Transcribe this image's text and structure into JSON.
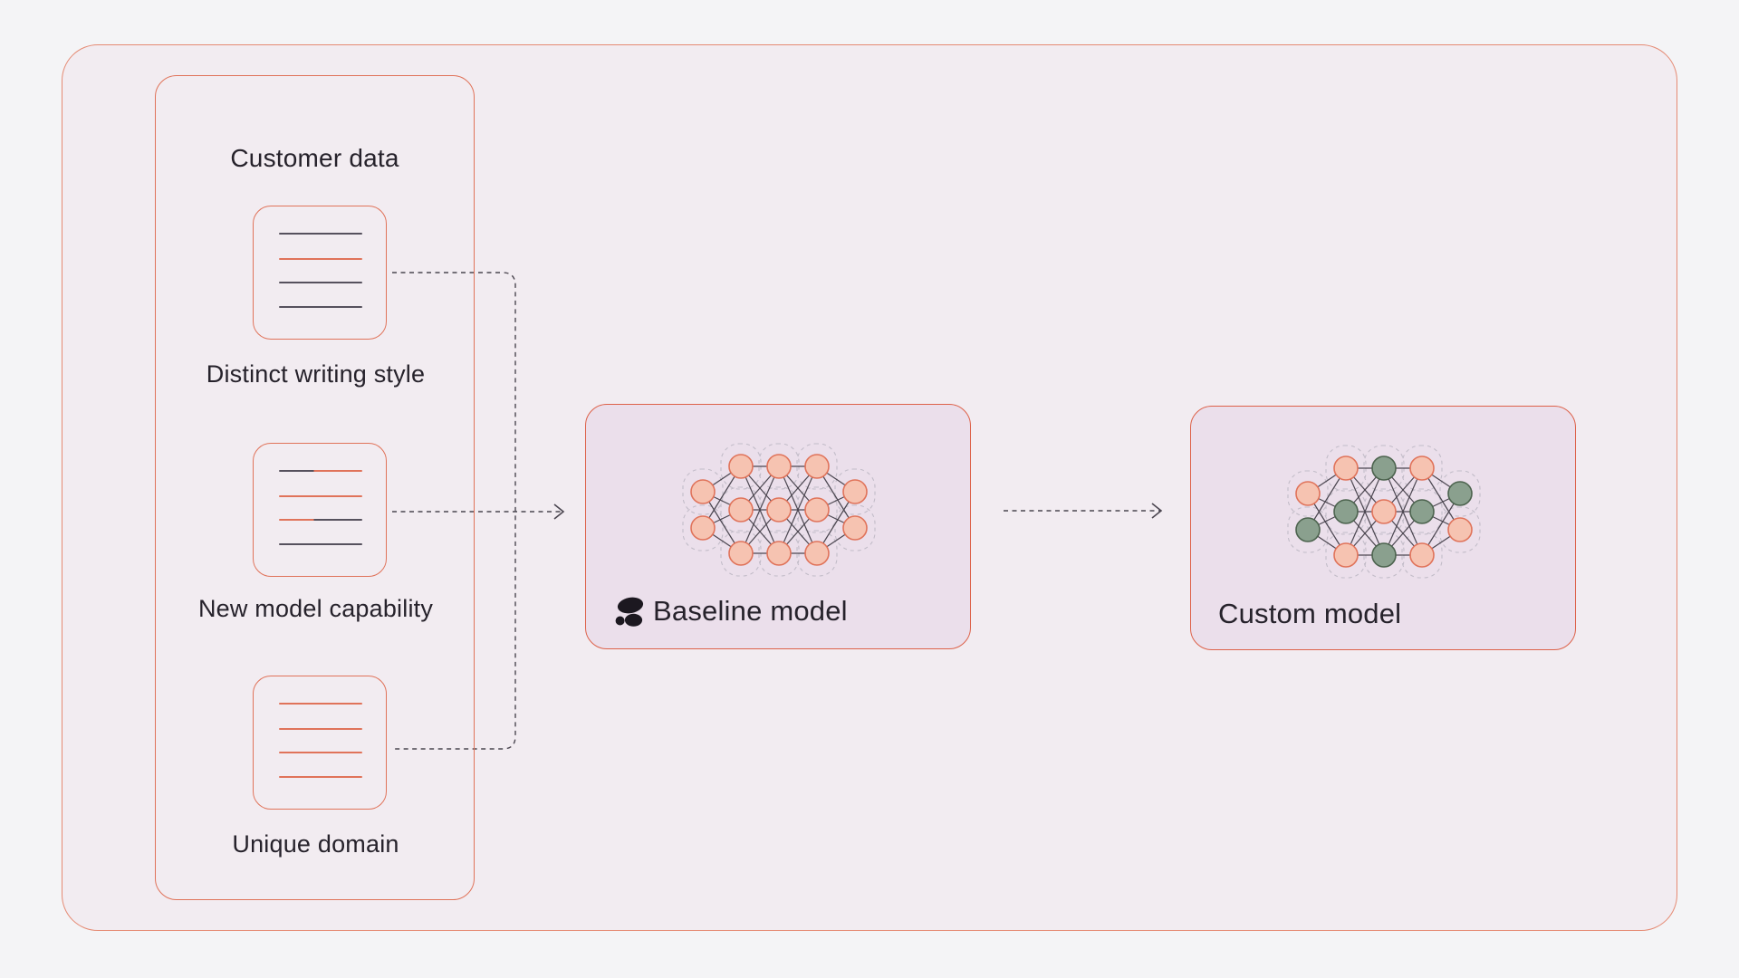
{
  "colors": {
    "accent_salmon": "#e0735a",
    "doc_line_dark": "#56515d",
    "node_salmon_fill": "#f6c3b1",
    "node_salmon_border": "#e0735a",
    "node_green_fill": "#8aa08e",
    "node_green_border": "#4c634e",
    "connector_dash": "#4b4650",
    "capsule_gray": "#c2bcc8",
    "logo_black": "#1c1820",
    "box_lavender": "#ebdfeb"
  },
  "customer_panel": {
    "title": "Customer data",
    "items": [
      {
        "label": "Distinct writing style",
        "doc_lines": [
          "dark",
          "salmon",
          "dark",
          "dark"
        ]
      },
      {
        "label": "New model capability",
        "doc_lines": [
          "dark-salmon",
          "salmon",
          "salmon-dark",
          "dark"
        ]
      },
      {
        "label": "Unique domain",
        "doc_lines": [
          "salmon",
          "salmon",
          "salmon",
          "salmon"
        ]
      }
    ]
  },
  "baseline_model": {
    "label": "Baseline model",
    "logo_icon": "anthropic-logo",
    "network_pattern": [
      [
        "salmon",
        "salmon"
      ],
      [
        "salmon",
        "salmon",
        "salmon"
      ],
      [
        "salmon",
        "salmon",
        "salmon"
      ],
      [
        "salmon",
        "salmon",
        "salmon"
      ],
      [
        "salmon",
        "salmon"
      ]
    ]
  },
  "custom_model": {
    "label": "Custom model",
    "network_pattern": [
      [
        "salmon",
        "green"
      ],
      [
        "salmon",
        "green",
        "salmon"
      ],
      [
        "green",
        "salmon",
        "green"
      ],
      [
        "salmon",
        "green",
        "salmon"
      ],
      [
        "green",
        "salmon"
      ]
    ]
  }
}
